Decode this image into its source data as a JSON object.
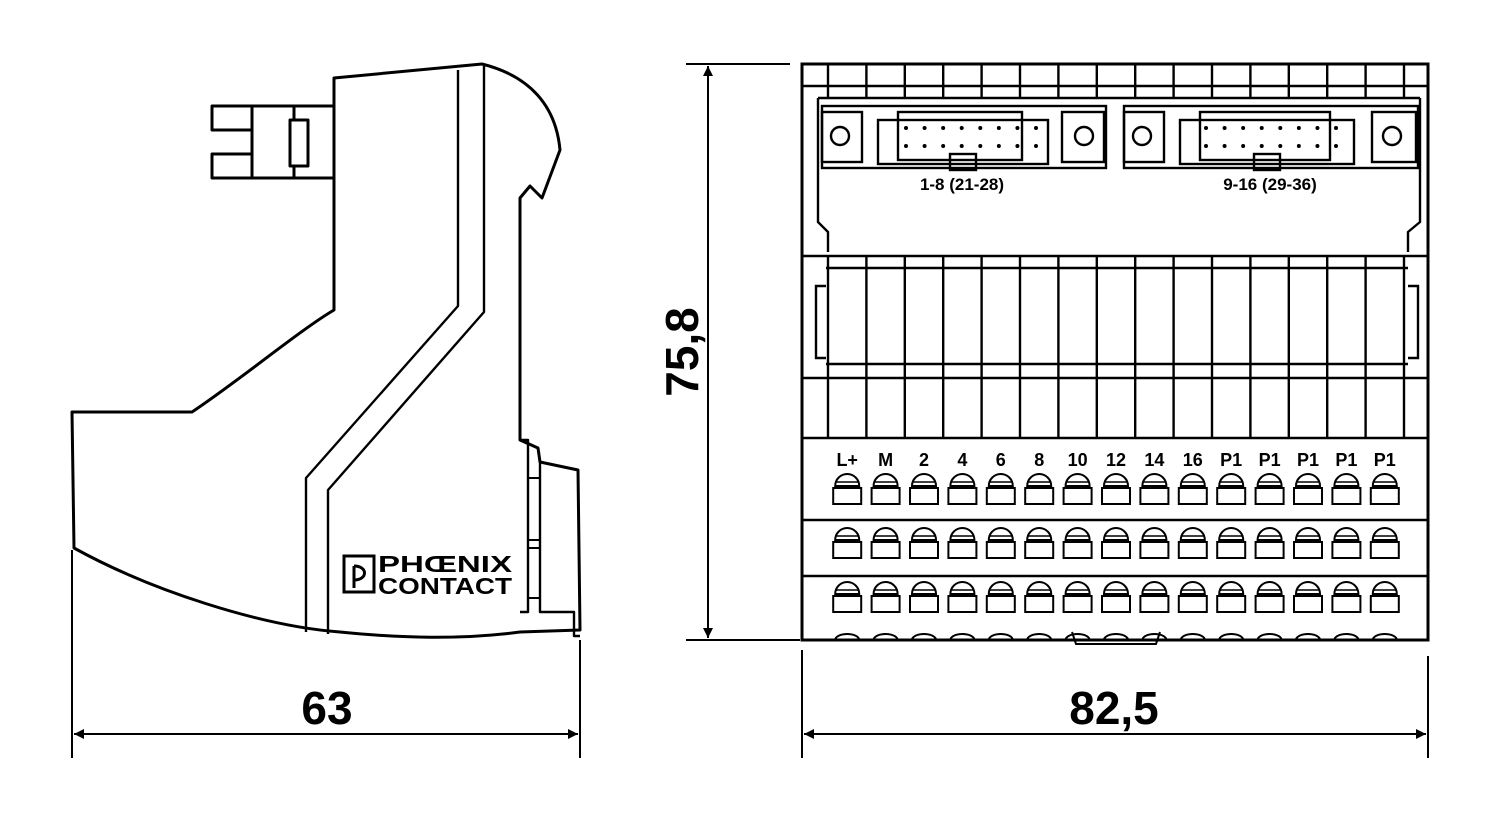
{
  "dimensions": {
    "depth": "63",
    "width": "82,5",
    "height": "75,8"
  },
  "connectors": {
    "left_label": "1-8 (21-28)",
    "right_label": "9-16 (29-36)"
  },
  "logo": {
    "line1": "PHŒNIX",
    "line2": "CONTACT"
  },
  "terminal_labels": [
    "L+",
    "M",
    "2",
    "4",
    "6",
    "8",
    "10",
    "12",
    "14",
    "16",
    "P1",
    "P1",
    "P1",
    "P1",
    "P1"
  ]
}
